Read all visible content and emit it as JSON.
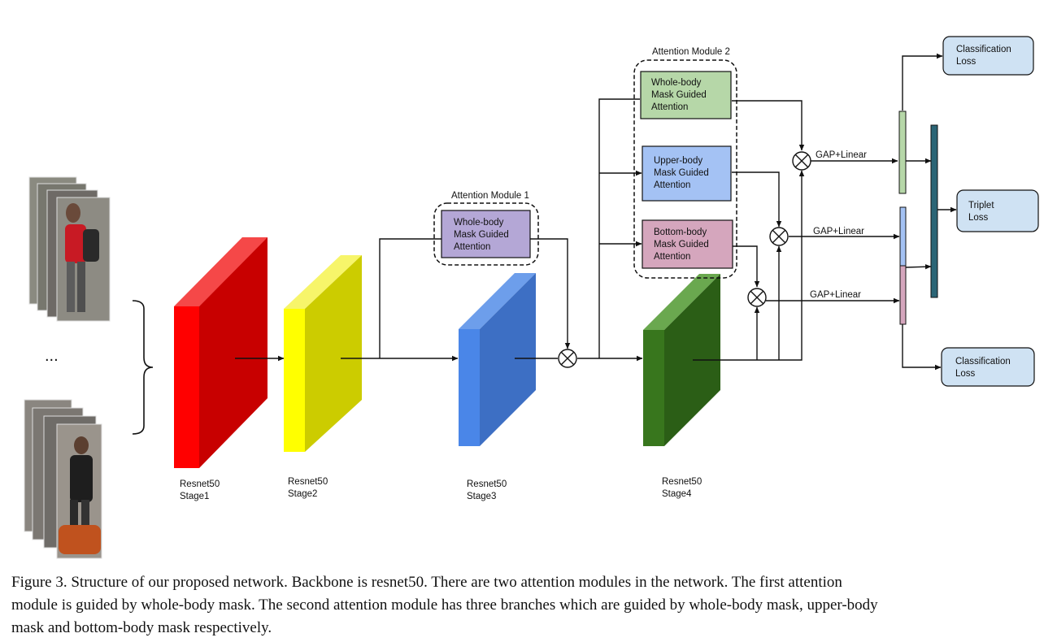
{
  "stages": [
    {
      "line1": "Resnet50",
      "line2": "Stage1"
    },
    {
      "line1": "Resnet50",
      "line2": "Stage2"
    },
    {
      "line1": "Resnet50",
      "line2": "Stage3"
    },
    {
      "line1": "Resnet50",
      "line2": "Stage4"
    }
  ],
  "attention_module_1": {
    "title": "Attention Module 1",
    "box": [
      "Whole-body",
      "Mask Guided",
      "Attention"
    ]
  },
  "attention_module_2": {
    "title": "Attention Module 2",
    "whole": [
      "Whole-body",
      "Mask Guided",
      "Attention"
    ],
    "upper": [
      "Upper-body",
      "Mask Guided",
      "Attention"
    ],
    "bottom": [
      "Bottom-body",
      "Mask Guided",
      "Attention"
    ]
  },
  "gap_labels": [
    "GAP+Linear",
    "GAP+Linear",
    "GAP+Linear"
  ],
  "losses": {
    "classification_top": [
      "Classification",
      "Loss"
    ],
    "triplet": [
      "Triplet",
      "Loss"
    ],
    "classification_bottom": [
      "Classification",
      "Loss"
    ]
  },
  "ellipsis": "...",
  "caption": [
    "Figure 3. Structure of our proposed network. Backbone is resnet50. There are two attention modules in the network. The first attention",
    "module is guided by whole-body mask. The second attention module has three branches which are guided by whole-body mask, upper-body",
    "mask and bottom-body mask respectively."
  ],
  "colors": {
    "stage1": "#e8141c",
    "stage2": "#f0ee1e",
    "stage3": "#4a84dd",
    "stage4": "#2f6a1e",
    "am1_box": "#b4a7d6",
    "whole_box": "#b6d7a8",
    "upper_box": "#a4c2f4",
    "bottom_box": "#d5a6bd",
    "loss_box": "#cfe2f3",
    "triplet_bar": "#2b6576"
  }
}
